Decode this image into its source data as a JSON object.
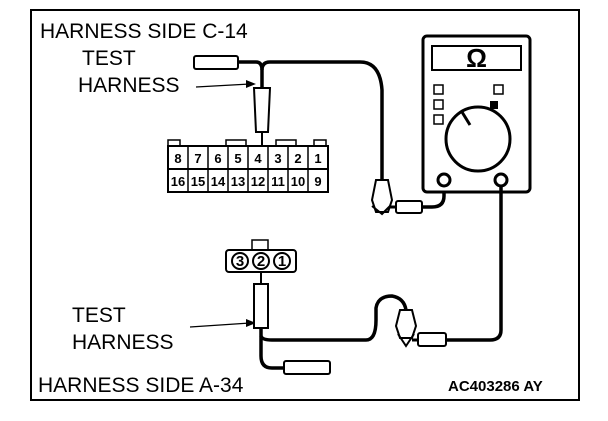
{
  "labels": {
    "top_title": "HARNESS SIDE C-14",
    "test_harness_top_1": "TEST",
    "test_harness_top_2": "HARNESS",
    "test_harness_bottom_1": "TEST",
    "test_harness_bottom_2": "HARNESS",
    "bottom_title": "HARNESS SIDE A-34",
    "figure_code": "AC403286 AY"
  },
  "connector_c14": {
    "top_row": [
      "8",
      "7",
      "6",
      "5",
      "4",
      "3",
      "2",
      "1"
    ],
    "bottom_row": [
      "16",
      "15",
      "14",
      "13",
      "12",
      "11",
      "10",
      "9"
    ]
  },
  "connector_a34": {
    "pins": [
      "3",
      "2",
      "1"
    ]
  },
  "meter": {
    "display_symbol": "Ω"
  }
}
